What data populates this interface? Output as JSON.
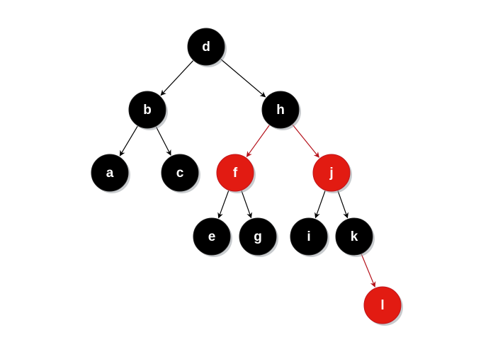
{
  "tree": {
    "type": "red-black-tree",
    "colors": {
      "black": "#000000",
      "red": "#e21b12",
      "red_edge": "#b5121b",
      "black_edge": "#000000",
      "label": "#ffffff",
      "shadow": "#9aa0a6"
    },
    "nodes": [
      {
        "id": "d",
        "label": "d",
        "color": "black"
      },
      {
        "id": "b",
        "label": "b",
        "color": "black"
      },
      {
        "id": "h",
        "label": "h",
        "color": "black"
      },
      {
        "id": "a",
        "label": "a",
        "color": "black"
      },
      {
        "id": "c",
        "label": "c",
        "color": "black"
      },
      {
        "id": "f",
        "label": "f",
        "color": "red"
      },
      {
        "id": "j",
        "label": "j",
        "color": "red"
      },
      {
        "id": "e",
        "label": "e",
        "color": "black"
      },
      {
        "id": "g",
        "label": "g",
        "color": "black"
      },
      {
        "id": "i",
        "label": "i",
        "color": "black"
      },
      {
        "id": "k",
        "label": "k",
        "color": "black"
      },
      {
        "id": "l",
        "label": "l",
        "color": "red"
      }
    ],
    "edges": [
      {
        "from": "d",
        "to": "b",
        "color": "black"
      },
      {
        "from": "d",
        "to": "h",
        "color": "black"
      },
      {
        "from": "b",
        "to": "a",
        "color": "black"
      },
      {
        "from": "b",
        "to": "c",
        "color": "black"
      },
      {
        "from": "h",
        "to": "f",
        "color": "red"
      },
      {
        "from": "h",
        "to": "j",
        "color": "red"
      },
      {
        "from": "f",
        "to": "e",
        "color": "black"
      },
      {
        "from": "f",
        "to": "g",
        "color": "black"
      },
      {
        "from": "j",
        "to": "i",
        "color": "black"
      },
      {
        "from": "j",
        "to": "k",
        "color": "black"
      },
      {
        "from": "k",
        "to": "l",
        "color": "red"
      }
    ]
  }
}
